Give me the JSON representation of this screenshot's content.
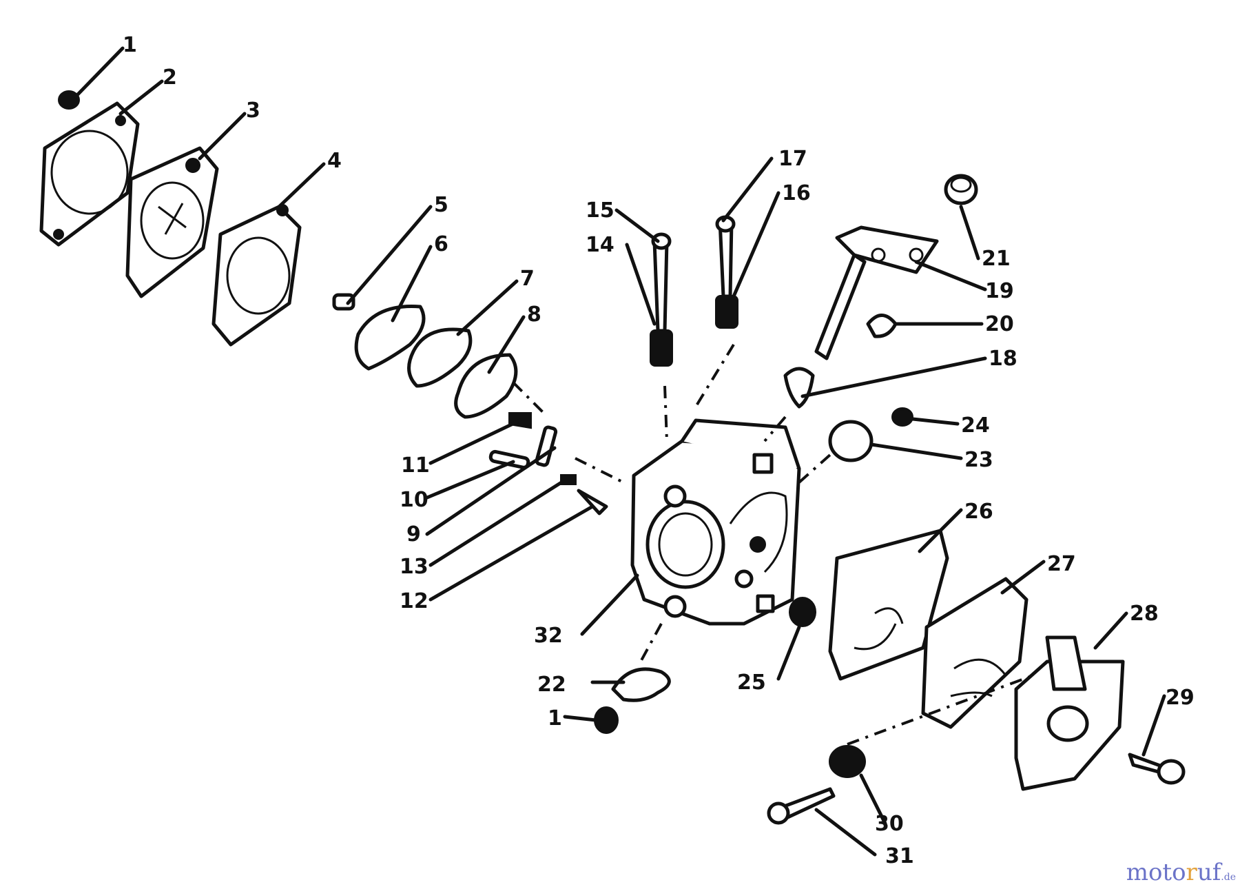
{
  "callouts": [
    {
      "label": "1"
    },
    {
      "label": "2"
    },
    {
      "label": "3"
    },
    {
      "label": "4"
    },
    {
      "label": "5"
    },
    {
      "label": "6"
    },
    {
      "label": "7"
    },
    {
      "label": "8"
    },
    {
      "label": "9"
    },
    {
      "label": "10"
    },
    {
      "label": "11"
    },
    {
      "label": "12"
    },
    {
      "label": "13"
    },
    {
      "label": "14"
    },
    {
      "label": "15"
    },
    {
      "label": "16"
    },
    {
      "label": "17"
    },
    {
      "label": "18"
    },
    {
      "label": "19"
    },
    {
      "label": "20"
    },
    {
      "label": "21"
    },
    {
      "label": "22"
    },
    {
      "label": "23"
    },
    {
      "label": "24"
    },
    {
      "label": "25"
    },
    {
      "label": "26"
    },
    {
      "label": "27"
    },
    {
      "label": "28"
    },
    {
      "label": "29"
    },
    {
      "label": "30"
    },
    {
      "label": "31"
    },
    {
      "label": "32"
    },
    {
      "label": "1"
    }
  ],
  "watermark": {
    "part1": "moto",
    "part2": "r",
    "part3": "uf",
    "part4": ".de"
  },
  "colors": {
    "ink": "#111111",
    "watermark_blue": "#6b73c8",
    "watermark_orange": "#e3a13a"
  }
}
